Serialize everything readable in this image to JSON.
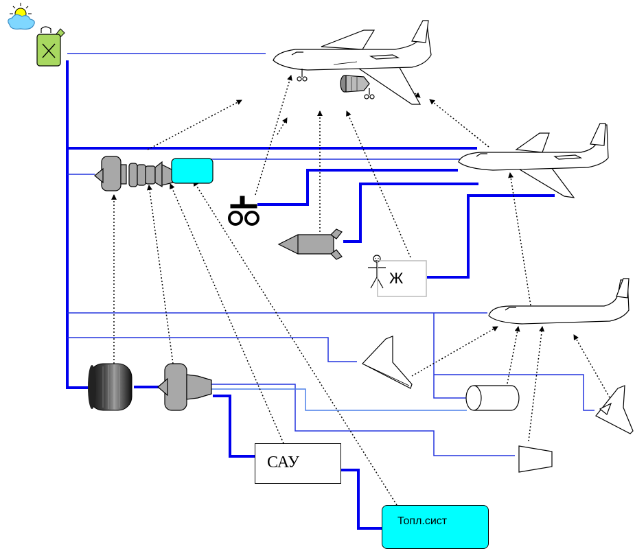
{
  "labels": {
    "sau": "САУ",
    "fuel_system": "Топл.сист",
    "crew": "Ж"
  },
  "colors": {
    "thick_line": "#0000ee",
    "thin_line": "#2233dd",
    "light_line": "#4a7fe8",
    "dotted_arrow": "#000000",
    "fuel_box": "#00ffff",
    "combustor": "#00ffff",
    "engine_gray": "#a8a8a8",
    "canister": "#a8d860",
    "cloud": "#7fd7ff",
    "sun": "#ffff00"
  }
}
